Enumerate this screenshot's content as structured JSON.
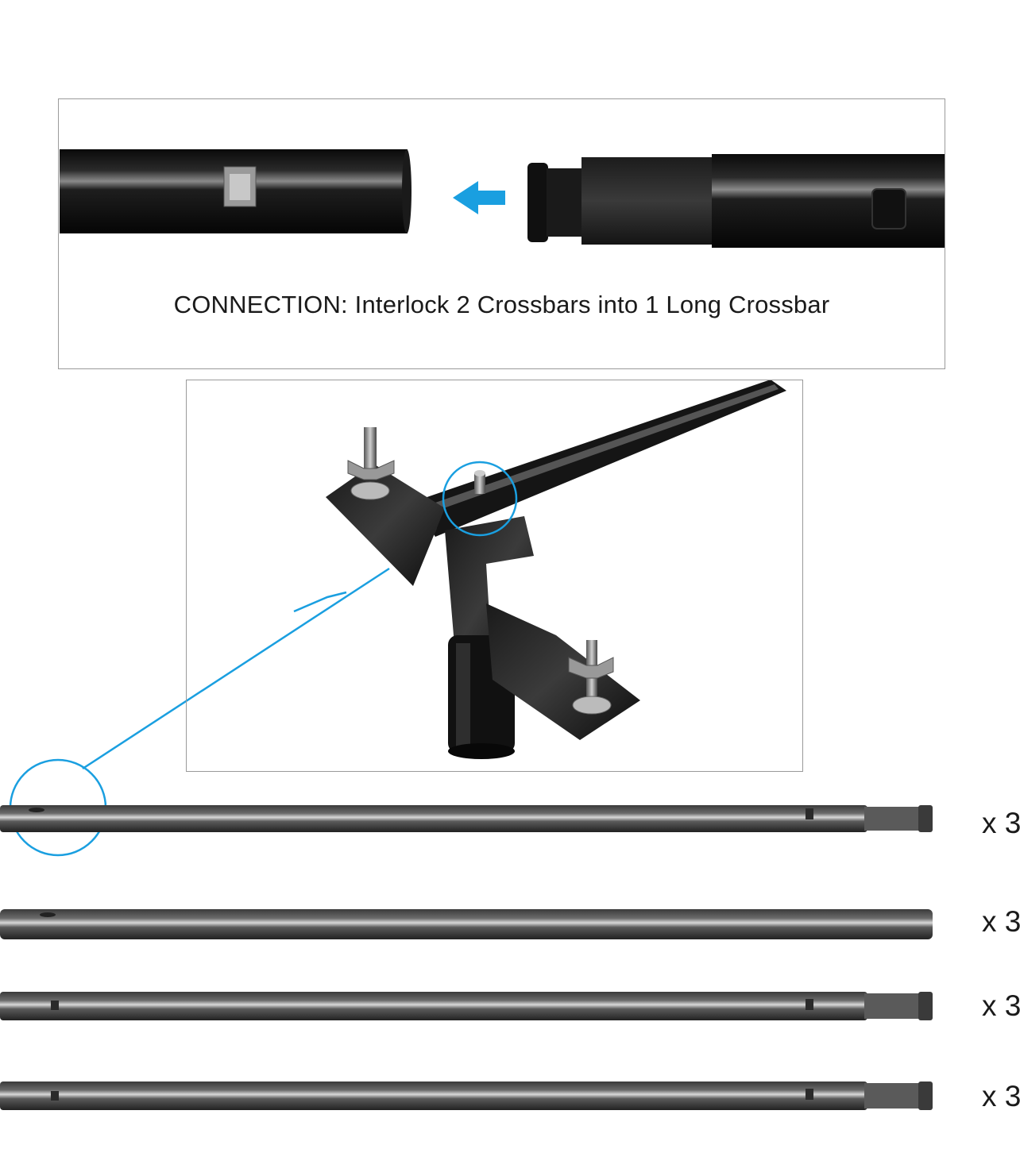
{
  "connection": {
    "caption": "CONNECTION: Interlock 2 Crossbars into 1 Long Crossbar"
  },
  "accent_color": "#1a9fe0",
  "arrow_icon": "arrow-left-icon",
  "crossbars": [
    {
      "quantity": "x 3"
    },
    {
      "quantity": "x 3"
    },
    {
      "quantity": "x 3"
    },
    {
      "quantity": "x 3"
    }
  ]
}
